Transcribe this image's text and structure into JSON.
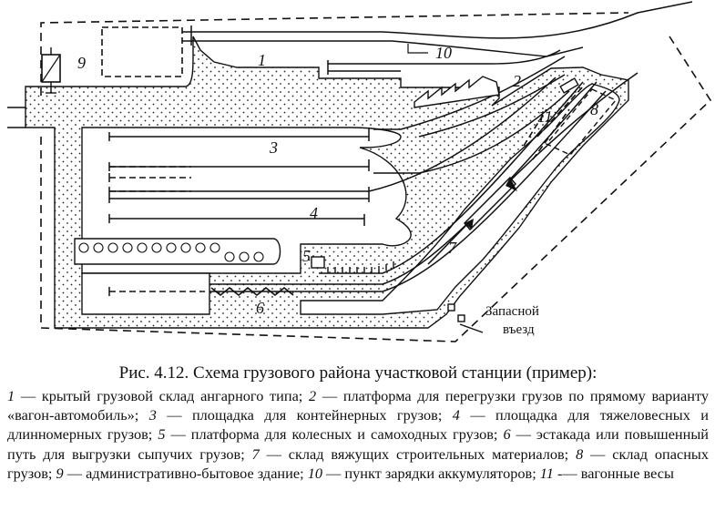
{
  "figure": {
    "labels": {
      "n1": "1",
      "n2": "2",
      "n3": "3",
      "n4": "4",
      "n5": "5",
      "n6": "6",
      "n7": "7",
      "n8": "8",
      "n9": "9",
      "n10": "10",
      "n11": "11"
    },
    "reserve_entry": {
      "line1": "Запасной",
      "line2": "въезд"
    }
  },
  "caption": {
    "title": "Рис. 4.12. Схема грузового района участковой станции (пример):",
    "legend": [
      {
        "num": "1",
        "text": " — крытый грузовой склад ангарного типа; "
      },
      {
        "num": "2",
        "text": " — платформа для перегрузки грузов по прямому варианту «вагон-автомобиль»; "
      },
      {
        "num": "3",
        "text": " — площадка для контейнерных грузов; "
      },
      {
        "num": "4",
        "text": " — площадка для тяжеловесных и длинномерных грузов; "
      },
      {
        "num": "5",
        "text": " — платформа для колесных и самоходных грузов; "
      },
      {
        "num": "6",
        "text": " — эстакада или повышенный путь для выгрузки сыпучих грузов; "
      },
      {
        "num": "7",
        "text": " — склад вяжущих строительных материалов; "
      },
      {
        "num": "8",
        "text": " — склад опасных грузов; "
      },
      {
        "num": "9",
        "text": " — административно-бытовое здание; "
      },
      {
        "num": "10",
        "text": " — пункт зарядки аккумуляторов; "
      },
      {
        "num": "11",
        "text": " -— вагонные весы"
      }
    ]
  }
}
